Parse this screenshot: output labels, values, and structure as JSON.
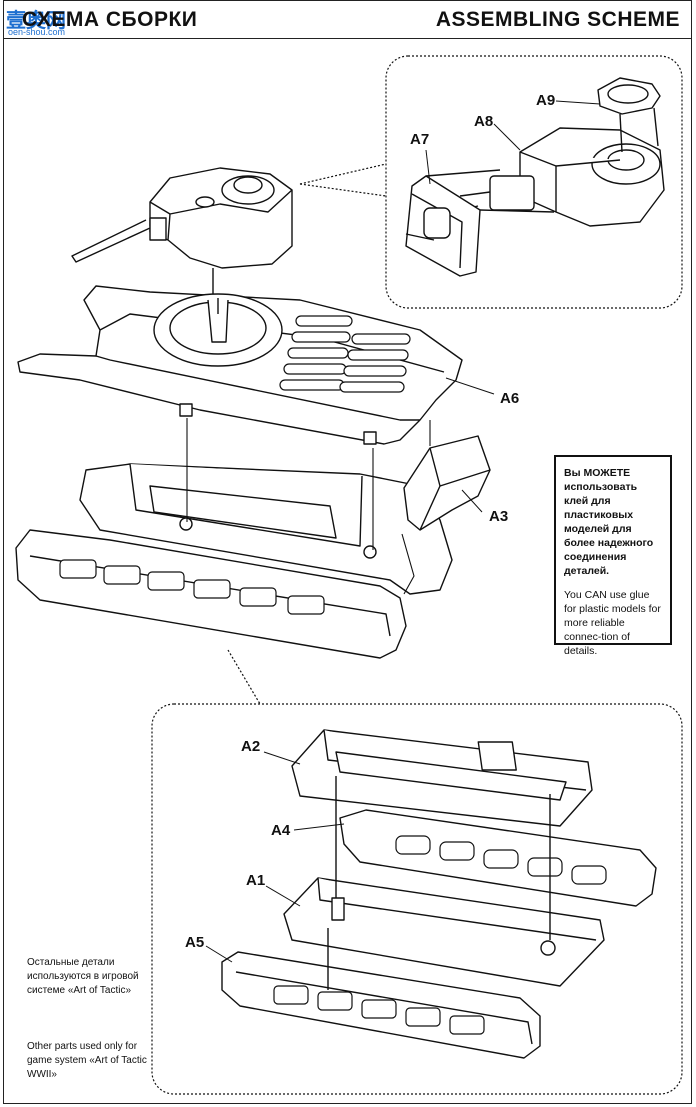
{
  "header": {
    "title_ru": "СХЕМА СБОРКИ",
    "title_en": "ASSEMBLING SCHEME"
  },
  "watermark": {
    "glyphs": "壹奥网",
    "url": "oen-shou.com",
    "color": "#1e6fd0"
  },
  "parts": {
    "a1": "A1",
    "a2": "A2",
    "a3": "A3",
    "a4": "A4",
    "a5": "A5",
    "a6": "A6",
    "a7": "A7",
    "a8": "A8",
    "a9": "A9"
  },
  "glue_note": {
    "ru": "Вы МОЖЕТЕ использовать клей для пластиковых моделей для более надежного соединения деталей.",
    "en": "You CAN use glue for plastic models for more reliable connec-tion of details."
  },
  "other_parts_note": {
    "ru": "Остальные детали используются в игровой системе «Art of Tactic»",
    "en": "Other parts used only for game system «Art of Tactic WWII»"
  }
}
